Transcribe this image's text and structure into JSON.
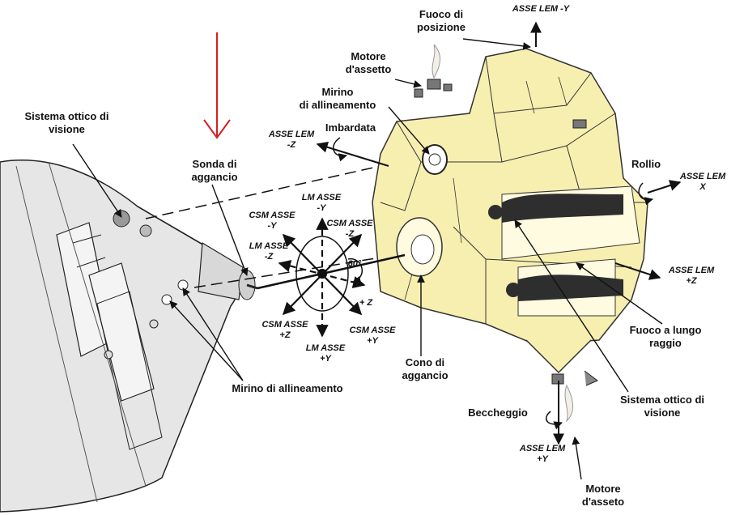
{
  "colors": {
    "lem_fill": "#f7efb0",
    "lem_stroke": "#333333",
    "csm_fill": "#e6e6e6",
    "line": "#111111",
    "red_arrow": "#d42020"
  },
  "labels": {
    "fuoco_posizione": "Fuoco di\nposizione",
    "motore_assetto_top": "Motore\nd'assetto",
    "mirino_allineamento_top": "Mirino\ndi allineamento",
    "imbardata": "Imbardata",
    "sistema_ottico_left": "Sistema ottico di\nvisione",
    "sonda_aggancio": "Sonda di\naggancio",
    "rollio": "Rollio",
    "fuoco_lungo_raggio": "Fuoco a lungo\nraggio",
    "cono_aggancio": "Cono di\naggancio",
    "mirino_allineamento_bottom": "Mirino di allineamento",
    "beccheggio": "Beccheggio",
    "sistema_ottico_right": "Sistema ottico di\nvisione",
    "motore_assetto_bottom": "Motore\nd'asseto"
  },
  "axes": {
    "lem_minus_y_top": "ASSE LEM -Y",
    "lem_minus_z": "ASSE LEM\n-Z",
    "lem_x": "ASSE LEM\nX",
    "lem_plus_z": "ASSE LEM\n+Z",
    "lem_plus_y": "ASSE LEM\n+Y",
    "lm_minus_y": "LM ASSE\n-Y",
    "csm_minus_y": "CSM ASSE\n-Y",
    "csm_minus_z": "CSM ASSE\n-Z",
    "lm_minus_z": "LM ASSE\n-Z",
    "plus_z": "+ Z",
    "csm_plus_z": "CSM ASSE\n+Z",
    "csm_plus_y": "CSM ASSE\n+Y",
    "lm_plus_y": "LM ASSE\n+Y",
    "angle": "60°"
  }
}
